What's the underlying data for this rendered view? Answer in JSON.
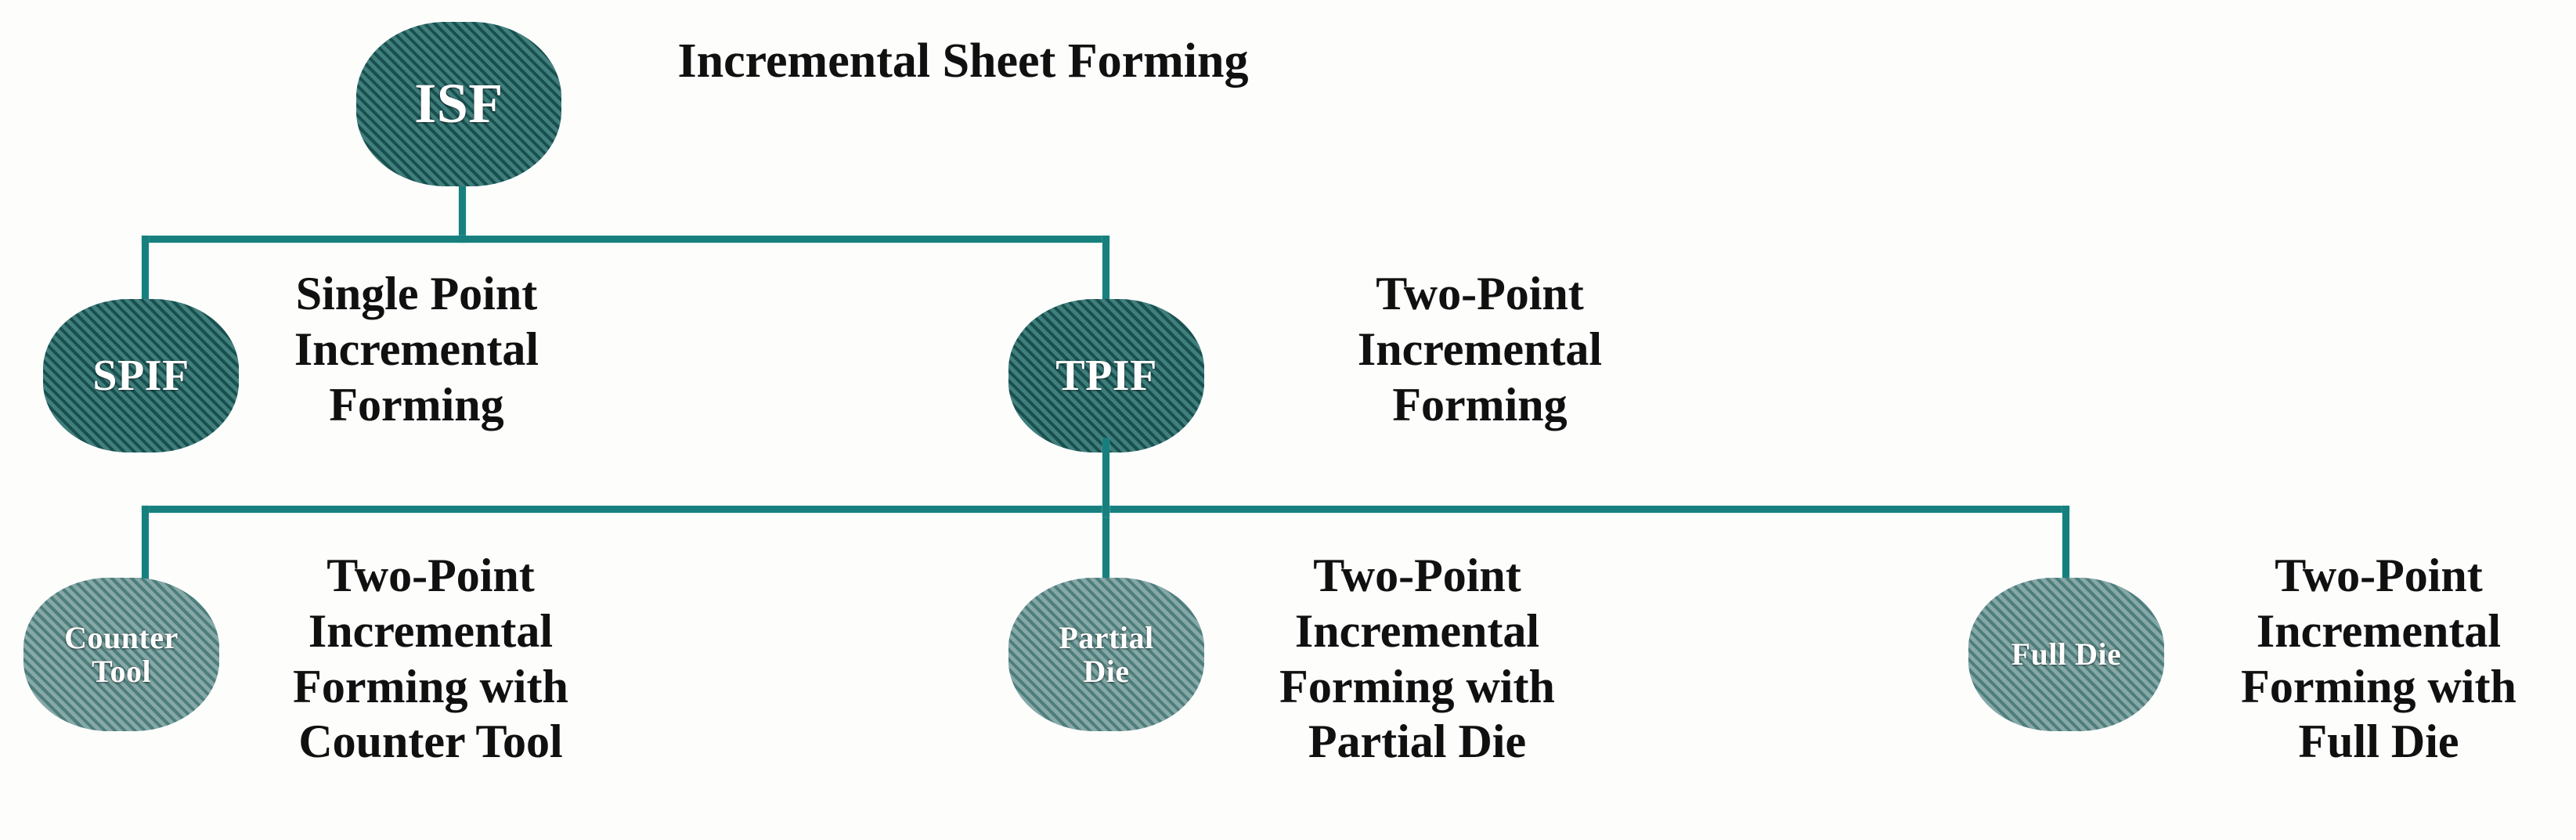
{
  "diagram": {
    "title": "Incremental Sheet Forming classification tree",
    "colors": {
      "connector": "#17807e",
      "node_dark_fill": "#1c5f5d",
      "node_dark_hatch": "#417f7d",
      "node_light_fill": "#5b8886",
      "node_light_hatch": "#86a8a6",
      "node_text": "#ffffff",
      "caption_text": "#101010",
      "background": "#fdfdfc"
    },
    "nodes": [
      {
        "id": "isf",
        "abbr": "ISF",
        "abbr_lines": [
          "ISF"
        ],
        "caption": "Incremental Sheet Forming",
        "caption_lines": [
          "Incremental Sheet Forming"
        ],
        "level": 0,
        "shade": "dark"
      },
      {
        "id": "spif",
        "abbr": "SPIF",
        "abbr_lines": [
          "SPIF"
        ],
        "caption": "Single Point Incremental Forming",
        "caption_lines": [
          "Single Point",
          "Incremental",
          "Forming"
        ],
        "level": 1,
        "shade": "dark"
      },
      {
        "id": "tpif",
        "abbr": "TPIF",
        "abbr_lines": [
          "TPIF"
        ],
        "caption": "Two-Point Incremental Forming",
        "caption_lines": [
          "Two-Point",
          "Incremental",
          "Forming"
        ],
        "level": 1,
        "shade": "dark"
      },
      {
        "id": "counter-tool",
        "abbr": "Counter Tool",
        "abbr_lines": [
          "Counter",
          "Tool"
        ],
        "caption": "Two-Point Incremental Forming with Counter Tool",
        "caption_lines": [
          "Two-Point",
          "Incremental",
          "Forming with",
          "Counter Tool"
        ],
        "level": 2,
        "shade": "light"
      },
      {
        "id": "partial-die",
        "abbr": "Partial Die",
        "abbr_lines": [
          "Partial",
          "Die"
        ],
        "caption": "Two-Point Incremental Forming with Partial Die",
        "caption_lines": [
          "Two-Point",
          "Incremental",
          "Forming with",
          "Partial Die"
        ],
        "level": 2,
        "shade": "light"
      },
      {
        "id": "full-die",
        "abbr": "Full Die",
        "abbr_lines": [
          "Full Die"
        ],
        "caption": "Two-Point Incremental Forming with Full Die",
        "caption_lines": [
          "Two-Point",
          "Incremental",
          "Forming with",
          "Full Die"
        ],
        "level": 2,
        "shade": "light"
      }
    ],
    "edges": [
      {
        "from": "isf",
        "to": "spif"
      },
      {
        "from": "isf",
        "to": "tpif"
      },
      {
        "from": "tpif",
        "to": "counter-tool"
      },
      {
        "from": "tpif",
        "to": "partial-die"
      },
      {
        "from": "tpif",
        "to": "full-die"
      }
    ]
  }
}
